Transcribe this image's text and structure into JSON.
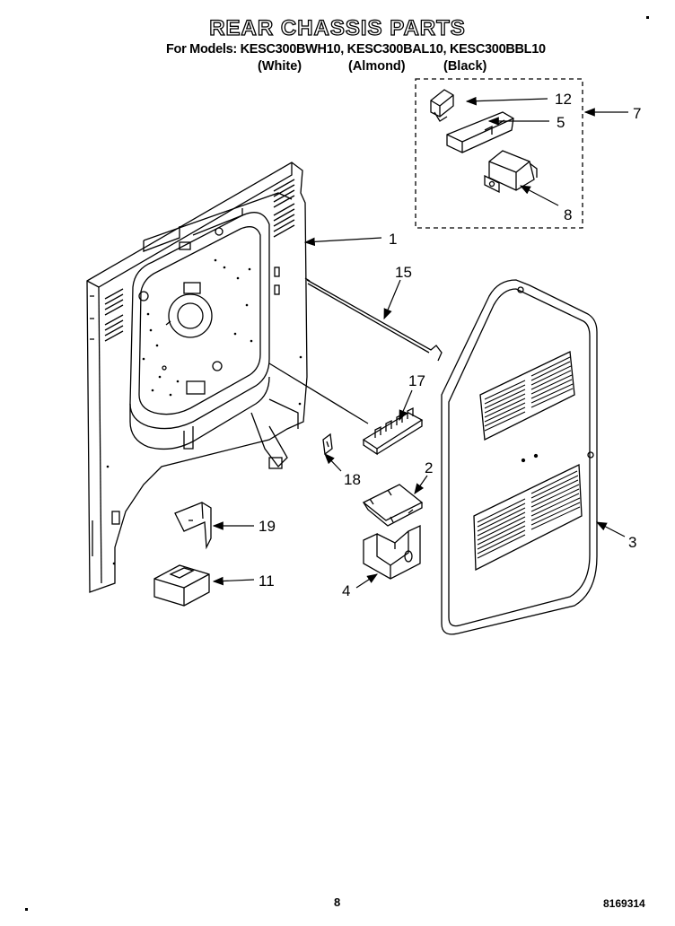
{
  "header": {
    "title": "REAR CHASSIS PARTS",
    "models_line": "For Models: KESC300BWH10, KESC300BAL10, KESC300BBL10",
    "variants": [
      "(White)",
      "(Almond)",
      "(Black)"
    ]
  },
  "callouts": {
    "c1": "1",
    "c2": "2",
    "c3": "3",
    "c4": "4",
    "c5": "5",
    "c7": "7",
    "c8": "8",
    "c11": "11",
    "c12": "12",
    "c15": "15",
    "c17": "17",
    "c18": "18",
    "c19": "19"
  },
  "footer": {
    "page_number": "8",
    "document_number": "8169314"
  }
}
